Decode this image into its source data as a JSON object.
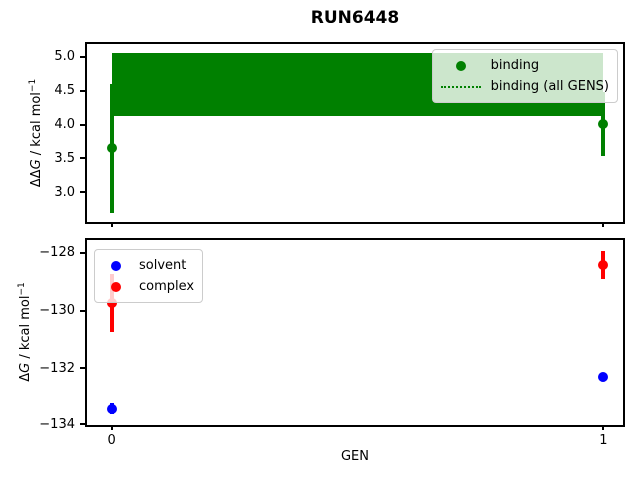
{
  "title": "RUN6448",
  "figure": {
    "xlabel": "GEN",
    "top_ylabel": {
      "deltas": "ΔΔ",
      "var": "G",
      "rest": " / kcal mol",
      "sup": "−1"
    },
    "bottom_ylabel": {
      "deltas": "Δ",
      "var": "G",
      "rest": " / kcal mol",
      "sup": "−1"
    }
  },
  "colors": {
    "binding": "#008000",
    "solvent": "#0000ff",
    "complex": "#ff0000"
  },
  "chart_data": [
    {
      "type": "scatter",
      "subplot": "top",
      "title": "RUN6448",
      "ylabel": "ΔΔG / kcal mol−1",
      "xlabel": "",
      "grid": false,
      "xlim": [
        -0.05,
        1.04
      ],
      "ylim": [
        2.56,
        5.19
      ],
      "yticks": [
        3.0,
        3.5,
        4.0,
        4.5,
        5.0
      ],
      "ytick_labels": [
        "3.0",
        "3.5",
        "4.0",
        "4.5",
        "5.0"
      ],
      "xticks": [
        0,
        1
      ],
      "xtick_labels": [],
      "legend": {
        "position": "upper right",
        "entries": [
          "binding",
          "binding (all GENS)"
        ]
      },
      "series": [
        {
          "name": "binding",
          "type": "errorbar-scatter",
          "color": "#008000",
          "x": [
            0,
            1
          ],
          "y": [
            3.65,
            4.01
          ],
          "yerr": [
            0.95,
            0.47
          ]
        },
        {
          "name": "binding (all GENS)",
          "type": "band",
          "color": "#008000",
          "line_style": "dotted",
          "x_range": [
            0,
            1
          ],
          "y_mean": 4.59,
          "y_low": 4.12,
          "y_high": 5.06
        }
      ]
    },
    {
      "type": "scatter",
      "subplot": "bottom",
      "title": "",
      "ylabel": "ΔG / kcal mol−1",
      "xlabel": "GEN",
      "grid": false,
      "xlim": [
        -0.05,
        1.04
      ],
      "ylim": [
        -133.97,
        -127.55
      ],
      "yticks": [
        -128,
        -130,
        -132,
        -134
      ],
      "ytick_labels": [
        "−128",
        "−130",
        "−132",
        "−134"
      ],
      "xticks": [
        0,
        1
      ],
      "xtick_labels": [
        "0",
        "1"
      ],
      "legend": {
        "position": "upper left",
        "entries": [
          "solvent",
          "complex"
        ]
      },
      "series": [
        {
          "name": "solvent",
          "type": "errorbar-scatter",
          "color": "#0000ff",
          "x": [
            0,
            1
          ],
          "y": [
            -133.4,
            -132.32
          ],
          "yerr": [
            0.18,
            0.08
          ]
        },
        {
          "name": "complex",
          "type": "errorbar-scatter",
          "color": "#ff0000",
          "x": [
            0,
            1
          ],
          "y": [
            -129.74,
            -128.42
          ],
          "yerr": [
            1.0,
            0.48
          ]
        }
      ]
    }
  ]
}
